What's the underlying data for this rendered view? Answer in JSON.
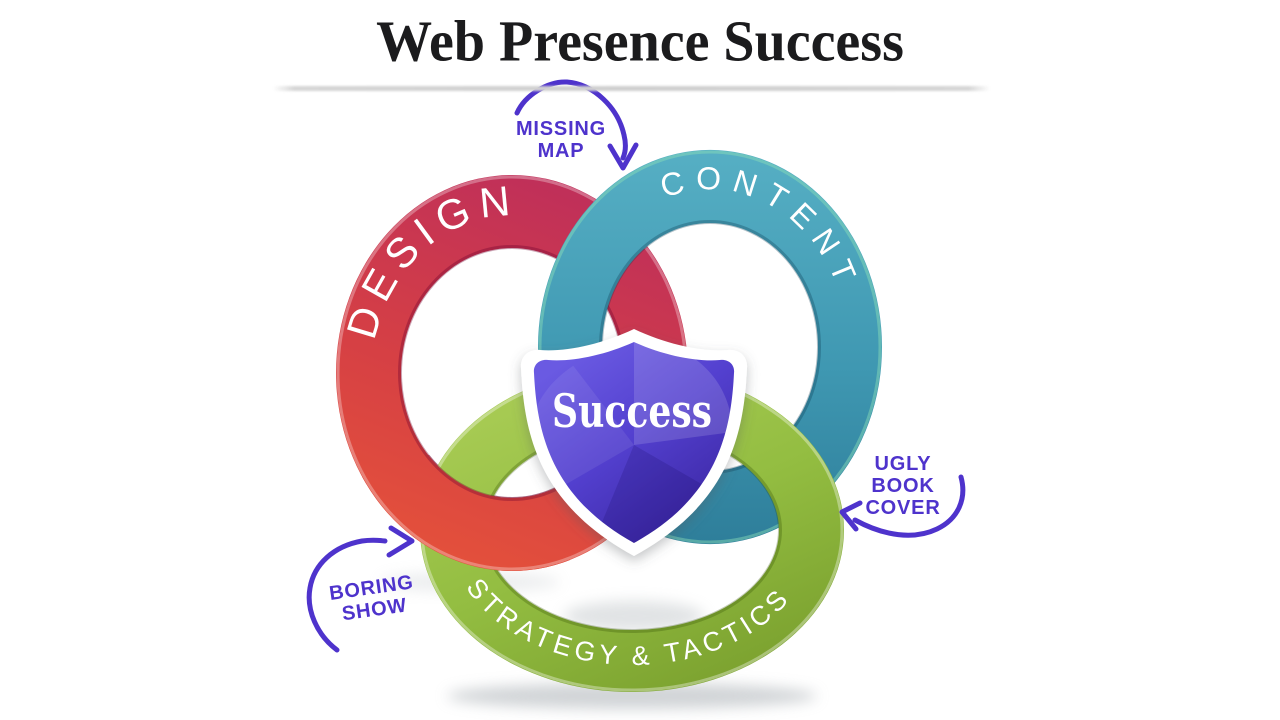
{
  "title": {
    "text": "Web Presence Success",
    "color": "#1b1b1d"
  },
  "rings": [
    {
      "id": "design",
      "label": "DESIGN",
      "color_top": "#bf2f5a",
      "color_bottom": "#e5523a"
    },
    {
      "id": "content",
      "label": "CONTENT",
      "color_top": "#56afc4",
      "color_bottom": "#2e7e9a"
    },
    {
      "id": "strategy",
      "label": "STRATEGY & TACTICS",
      "color_top": "#a9cc55",
      "color_bottom": "#7aa02e"
    }
  ],
  "center_badge": {
    "label": "Success",
    "fill_top": "#6a5ae2",
    "fill_bottom": "#3a25a0",
    "border": "#ffffff"
  },
  "annotations": [
    {
      "id": "missing-map",
      "lines": [
        "MISSING",
        "MAP"
      ],
      "color": "#4e33cc"
    },
    {
      "id": "ugly-book-cover",
      "lines": [
        "UGLY",
        "BOOK",
        "COVER"
      ],
      "color": "#4e33cc"
    },
    {
      "id": "boring-show",
      "lines": [
        "BORING",
        "SHOW"
      ],
      "color": "#4e33cc"
    }
  ]
}
